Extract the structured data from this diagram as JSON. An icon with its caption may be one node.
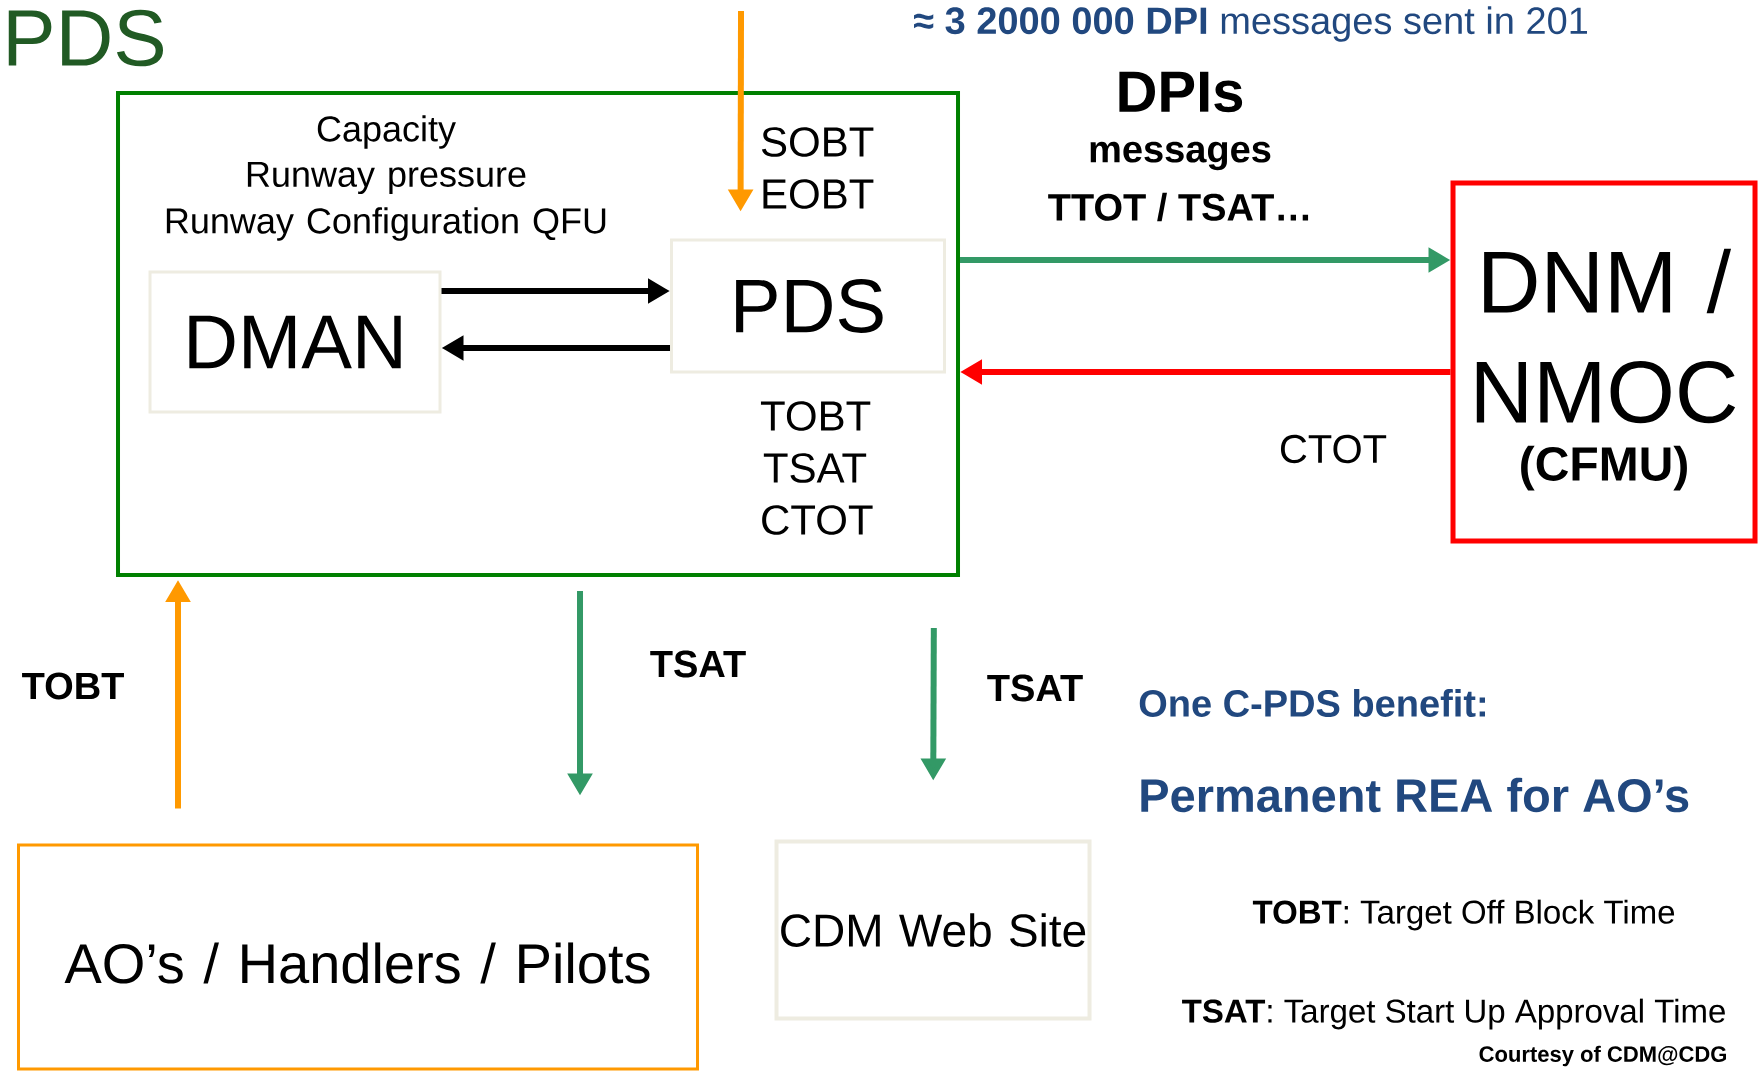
{
  "diagram": {
    "title": "PDS",
    "nodes": [
      {
        "text": [
          "Capacity",
          "Runway pressure",
          "Runway Configuration QFU",
          "SOBT EOBT",
          "TOBT TSAT CTOT"
        ]
      },
      {
        "text": [
          "DMAN"
        ],
        "in": 0
      },
      {
        "text": [
          "PDS"
        ],
        "in": 0
      },
      {
        "text": [
          "DNM / NMOC",
          "(CFMU)"
        ]
      },
      {
        "text": [
          "AO’s / Handlers / Pilots"
        ]
      },
      {
        "text": [
          "CDM Web Site"
        ]
      }
    ],
    "edges": [
      {
        "from": null,
        "to": 2,
        "arrow": "to",
        "color": "#ff9900"
      },
      {
        "from": 1,
        "to": 2,
        "arrow": "to",
        "color": "#000000"
      },
      {
        "from": 2,
        "to": 1,
        "arrow": "to",
        "color": "#000000"
      },
      {
        "from": 0,
        "to": 3,
        "arrow": "to",
        "color": "#339966"
      },
      {
        "from": 3,
        "to": 0,
        "arrow": "to",
        "color": "#ff0000"
      },
      {
        "from": 4,
        "to": 0,
        "arrow": "to",
        "color": "#ff9900",
        "label": "TOBT"
      },
      {
        "from": 0,
        "to": 4,
        "arrow": "to",
        "color": "#339966",
        "label": "TSAT"
      },
      {
        "from": 0,
        "to": 5,
        "arrow": "to",
        "color": "#339966",
        "label": "TSAT"
      }
    ],
    "labels": [
      "**≈ 3 2000 000 DPI** messages sent in 201",
      "DPIs",
      "messages",
      "TTOT / TSAT…",
      "CTOT",
      "One C-PDS benefit:",
      "Permanent REA for AO’s",
      "**TOBT**: Target Off Block Time",
      "**TSAT**: Target Start Up Approval Time",
      "Courtesy of CDM@CDG"
    ]
  }
}
